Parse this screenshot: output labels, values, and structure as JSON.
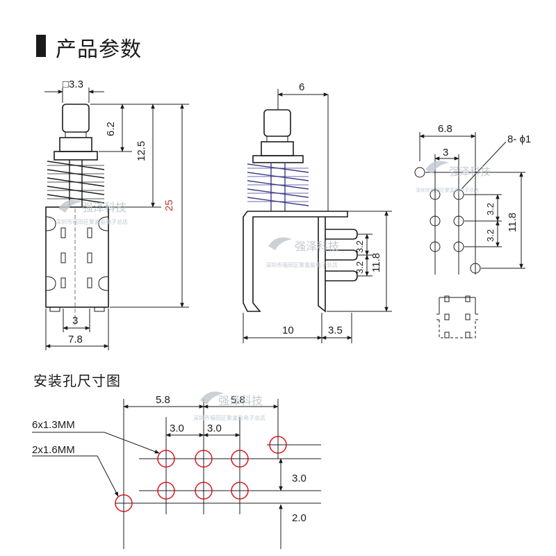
{
  "header": {
    "title": "产品参数"
  },
  "section_mount": {
    "title": "安装孔尺寸图"
  },
  "watermark": {
    "brand": "强泽科技",
    "subtitle": "深圳市福田区聚富盈电子总店"
  },
  "front_view": {
    "dim_top": "□3.3",
    "dim_plunger": "6.2",
    "dim_travel": "12.5",
    "dim_total": "25",
    "dim_pitch": "3",
    "dim_width": "7.8"
  },
  "side_view": {
    "dim_top": "6",
    "dim_pitch_a": "3.2",
    "dim_pitch_b": "3.2",
    "dim_height": "11.8",
    "dim_body": "10",
    "dim_leg": "3.5"
  },
  "pin_view": {
    "dim_width": "6.8",
    "dim_pitch": "3",
    "dim_holes": "8- ϕ1",
    "dim_pitch_a": "3.2",
    "dim_pitch_b": "3.2",
    "dim_height": "11.8"
  },
  "mount_view": {
    "dim_left": "5.8",
    "dim_right": "5.8",
    "dim_pitch_a": "3.0",
    "dim_pitch_b": "3.0",
    "label_small": "6x1.3MM",
    "label_large": "2x1.6MM",
    "dim_row": "3.0",
    "dim_offset": "2.0"
  },
  "colors": {
    "ink": "#1a1a1a",
    "hole": "#e0202a",
    "spring": "#3b3a8c",
    "label_red": "#c0392b"
  }
}
